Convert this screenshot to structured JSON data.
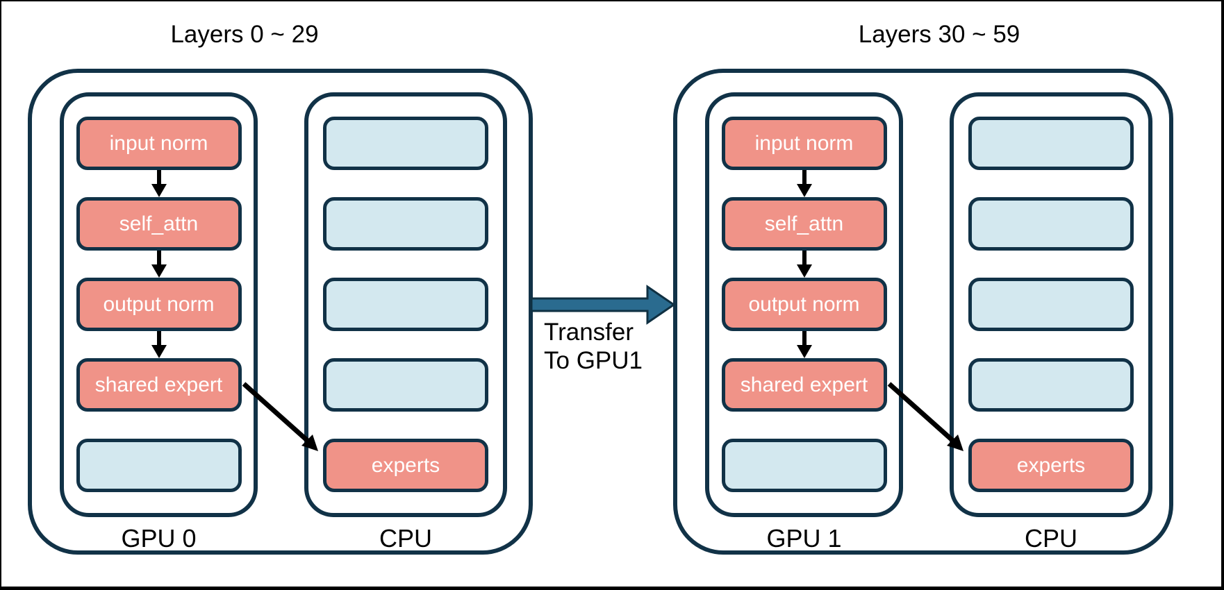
{
  "colors": {
    "outline": "#113247",
    "salmon": "#F09388",
    "light_blue": "#D3E8EF",
    "arrow_fill": "#2A6B8F",
    "arrow_outline": "#0F3042",
    "flow_arrow": "#000000",
    "text_dark": "#000000",
    "text_light": "#FFFFFF"
  },
  "transfer": {
    "line1": "Transfer",
    "line2": "To GPU1"
  },
  "groups": [
    {
      "title": "Layers 0 ~ 29",
      "columns": [
        {
          "label": "GPU 0",
          "blocks": [
            {
              "label": "input norm",
              "type": "module"
            },
            {
              "label": "self_attn",
              "type": "module"
            },
            {
              "label": "output norm",
              "type": "module"
            },
            {
              "label": "shared expert",
              "type": "module"
            },
            {
              "label": "",
              "type": "empty"
            }
          ]
        },
        {
          "label": "CPU",
          "blocks": [
            {
              "label": "",
              "type": "empty"
            },
            {
              "label": "",
              "type": "empty"
            },
            {
              "label": "",
              "type": "empty"
            },
            {
              "label": "",
              "type": "empty"
            },
            {
              "label": "experts",
              "type": "module"
            }
          ]
        }
      ]
    },
    {
      "title": "Layers 30 ~ 59",
      "columns": [
        {
          "label": "GPU 1",
          "blocks": [
            {
              "label": "input norm",
              "type": "module"
            },
            {
              "label": "self_attn",
              "type": "module"
            },
            {
              "label": "output norm",
              "type": "module"
            },
            {
              "label": "shared expert",
              "type": "module"
            },
            {
              "label": "",
              "type": "empty"
            }
          ]
        },
        {
          "label": "CPU",
          "blocks": [
            {
              "label": "",
              "type": "empty"
            },
            {
              "label": "",
              "type": "empty"
            },
            {
              "label": "",
              "type": "empty"
            },
            {
              "label": "",
              "type": "empty"
            },
            {
              "label": "experts",
              "type": "module"
            }
          ]
        }
      ]
    }
  ]
}
